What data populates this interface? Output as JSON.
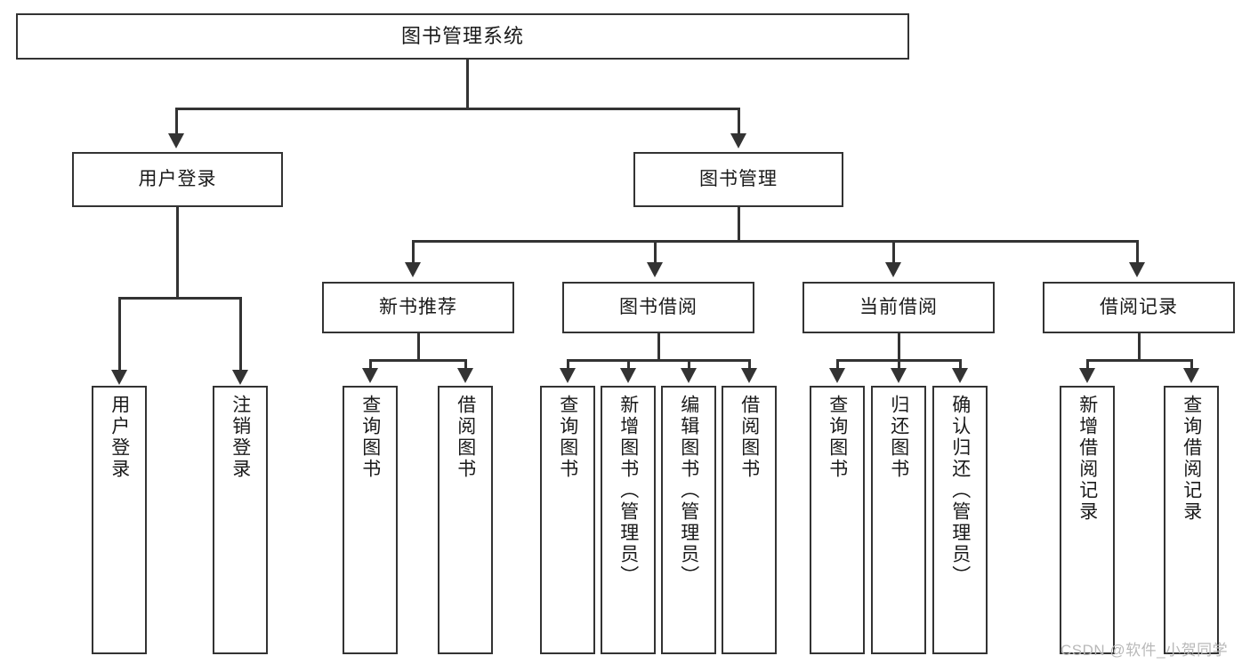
{
  "diagram": {
    "title": "图书管理系统",
    "type": "hierarchy-tree",
    "watermark": "CSDN @软件_小贺同学",
    "nodes": {
      "root": {
        "label": "图书管理系统"
      },
      "level2": [
        {
          "label": "用户登录"
        },
        {
          "label": "图书管理"
        }
      ],
      "level3": [
        {
          "label": "新书推荐"
        },
        {
          "label": "图书借阅"
        },
        {
          "label": "当前借阅"
        },
        {
          "label": "借阅记录"
        }
      ],
      "leaves": {
        "user_login": [
          {
            "label": "用户登录"
          },
          {
            "label": "注销登录"
          }
        ],
        "new_book_rec": [
          {
            "label": "查询图书"
          },
          {
            "label": "借阅图书"
          }
        ],
        "book_borrow": [
          {
            "label": "查询图书"
          },
          {
            "label": "新增图书（管理员）"
          },
          {
            "label": "编辑图书（管理员）"
          },
          {
            "label": "借阅图书"
          }
        ],
        "current_borrow": [
          {
            "label": "查询图书"
          },
          {
            "label": "归还图书"
          },
          {
            "label": "确认归还（管理员）"
          }
        ],
        "borrow_record": [
          {
            "label": "新增借阅记录"
          },
          {
            "label": "查询借阅记录"
          }
        ]
      }
    },
    "colors": {
      "stroke": "#333333",
      "fill": "#ffffff",
      "text": "#1a1a1a",
      "watermark": "#b9b9b9"
    }
  }
}
